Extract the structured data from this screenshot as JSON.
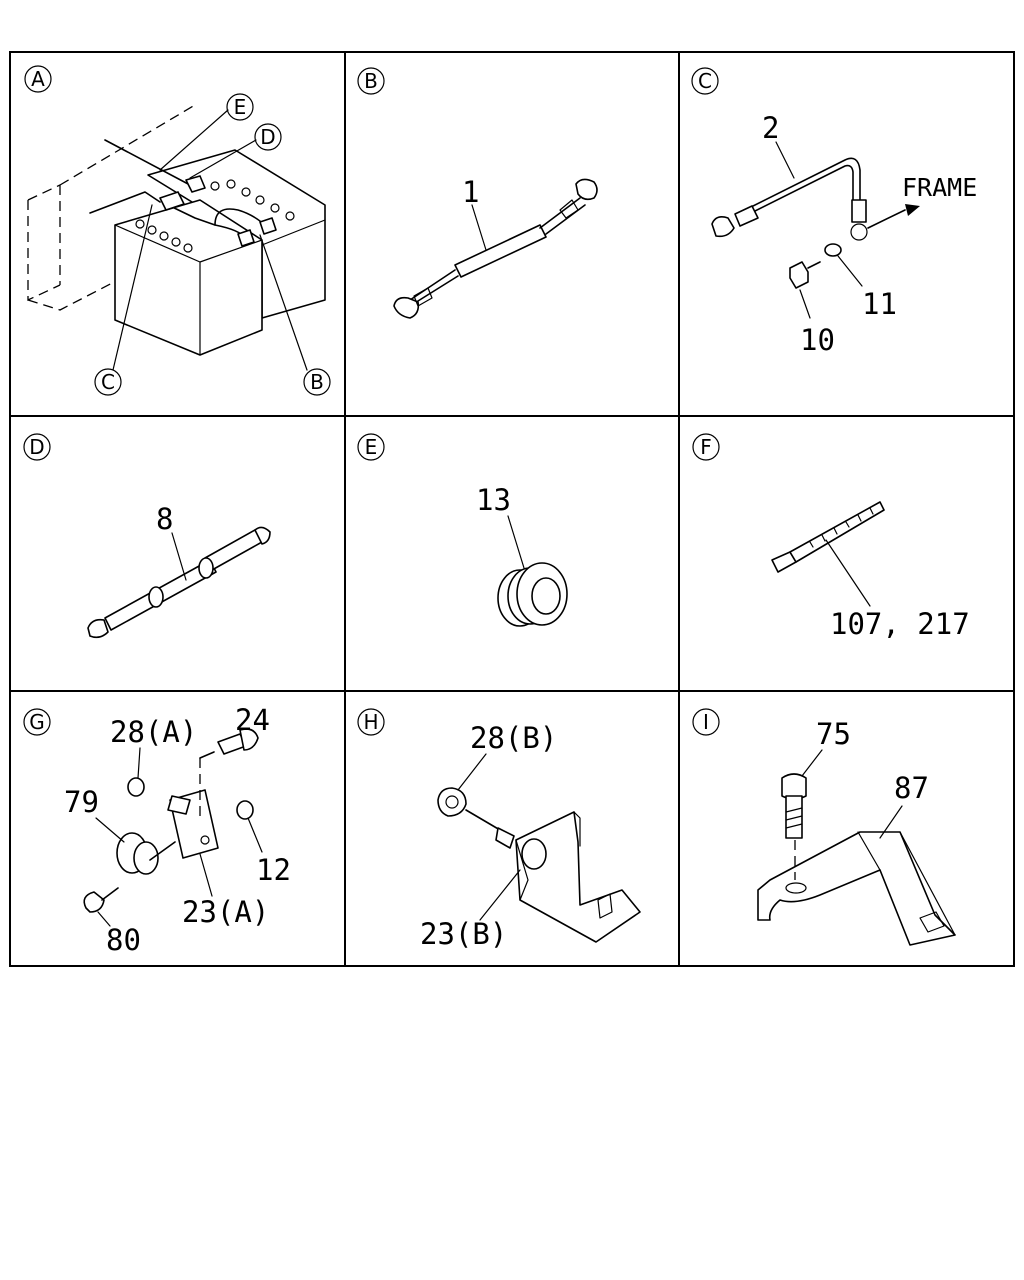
{
  "panels": [
    {
      "id": "A",
      "callouts": [
        "E",
        "D",
        "C",
        "B"
      ]
    },
    {
      "id": "B",
      "callouts": [
        "1"
      ]
    },
    {
      "id": "C",
      "callouts": [
        "2",
        "FRAME",
        "11",
        "10"
      ]
    },
    {
      "id": "D",
      "callouts": [
        "8"
      ]
    },
    {
      "id": "E",
      "callouts": [
        "13"
      ]
    },
    {
      "id": "F",
      "callouts": [
        "107, 217"
      ]
    },
    {
      "id": "G",
      "callouts": [
        "28(A)",
        "24",
        "79",
        "12",
        "23(A)",
        "80"
      ]
    },
    {
      "id": "H",
      "callouts": [
        "28(B)",
        "23(B)"
      ]
    },
    {
      "id": "I",
      "callouts": [
        "75",
        "87"
      ]
    }
  ]
}
